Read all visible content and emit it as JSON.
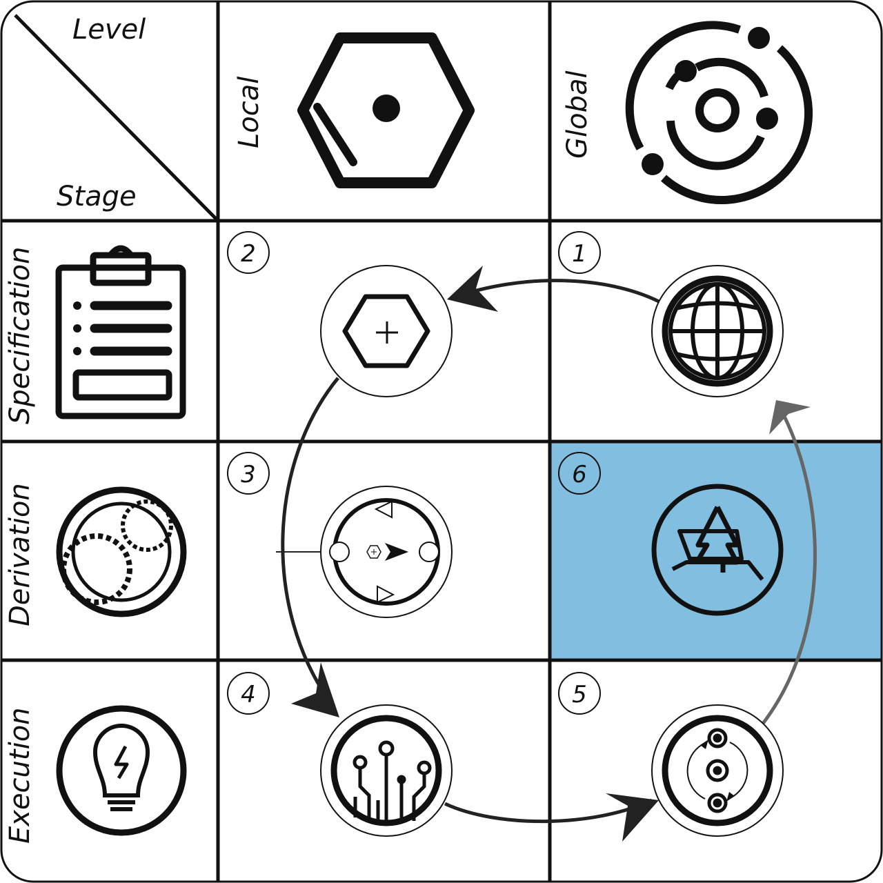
{
  "corner": {
    "level_label": "Level",
    "stage_label": "Stage"
  },
  "columns": [
    {
      "label": "Local",
      "icon": "hexagon-dot-icon"
    },
    {
      "label": "Global",
      "icon": "orbit-system-icon"
    }
  ],
  "rows": [
    {
      "label": "Specification",
      "icon": "clipboard-list-icon"
    },
    {
      "label": "Derivation",
      "icon": "gears-icon"
    },
    {
      "label": "Execution",
      "icon": "lightbulb-icon"
    }
  ],
  "steps": [
    {
      "number": "1",
      "icon": "globe-icon"
    },
    {
      "number": "2",
      "icon": "hexagon-plus-icon"
    },
    {
      "number": "3",
      "icon": "derivation-cycle-icon"
    },
    {
      "number": "4",
      "icon": "circuit-icon"
    },
    {
      "number": "5",
      "icon": "rotation-cycle-icon"
    },
    {
      "number": "6",
      "icon": "mountain-trees-icon"
    }
  ],
  "colors": {
    "highlight": "#82bee0",
    "line": "#111111",
    "feedback_arrow": "#666666"
  }
}
